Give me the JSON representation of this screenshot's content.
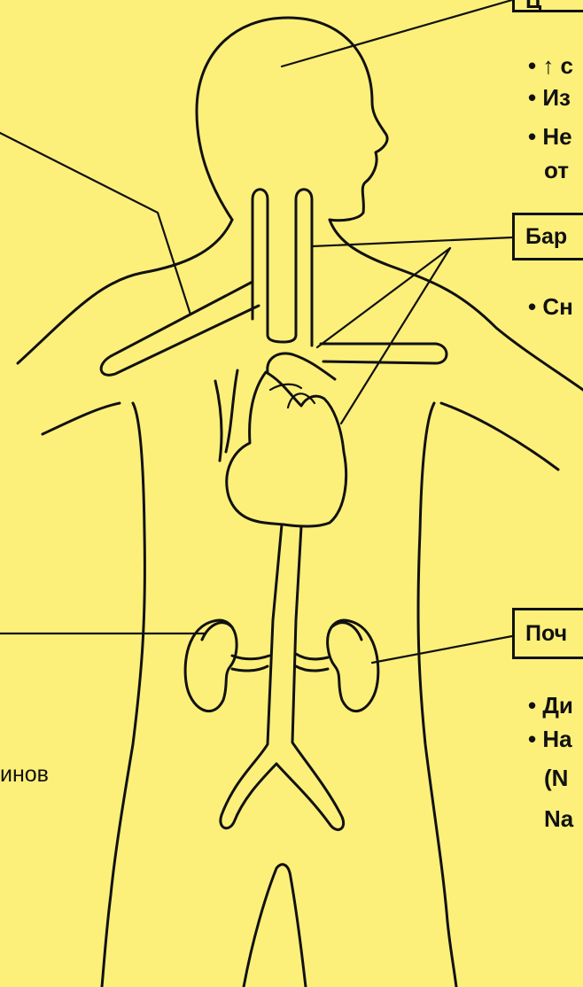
{
  "labels": {
    "head_box": "Ц",
    "head_bullets": [
      "• ↑ с",
      "• Из",
      "• Не",
      "  от"
    ],
    "baro_box": "Бар",
    "baro_bullets": [
      "• Сн"
    ],
    "kidney_box": "Поч",
    "kidney_bullets": [
      "• Ди",
      "• На",
      "  (N",
      "  Na"
    ],
    "left_fragment": "инов"
  },
  "colors": {
    "background": "#fdf07a",
    "ink": "#111111"
  }
}
